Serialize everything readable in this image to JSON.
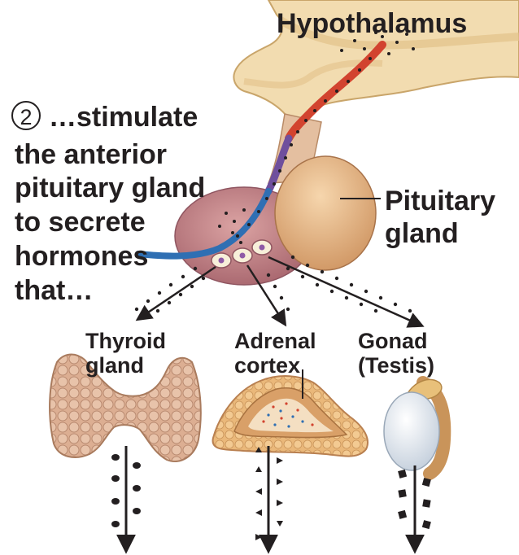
{
  "labels": {
    "hypothalamus": "Hypothalamus",
    "pituitary_line1": "Pituitary",
    "pituitary_line2": "gland",
    "step_number": "2",
    "step_text_line1": "…stimulate",
    "step_text_line2": "the anterior",
    "step_text_line3": "pituitary gland",
    "step_text_line4": "to secrete",
    "step_text_line5": "hormones",
    "step_text_line6": "that…",
    "thyroid_line1": "Thyroid",
    "thyroid_line2": "gland",
    "adrenal_line1": "Adrenal",
    "adrenal_line2": "cortex",
    "gonad_line1": "Gonad",
    "gonad_line2": "(Testis)"
  },
  "colors": {
    "text": "#231f20",
    "brain_tissue": "#f2dcb0",
    "anterior_pituitary": "#c8868a",
    "posterior_pituitary": "#e8b886",
    "portal_vessel_red": "#d2432f",
    "portal_vessel_blue": "#2f6fb3",
    "thyroid": "#d9a88a",
    "adrenal": "#eab87a",
    "testis": "#e6edf5",
    "epididymis": "#e8c07a"
  }
}
